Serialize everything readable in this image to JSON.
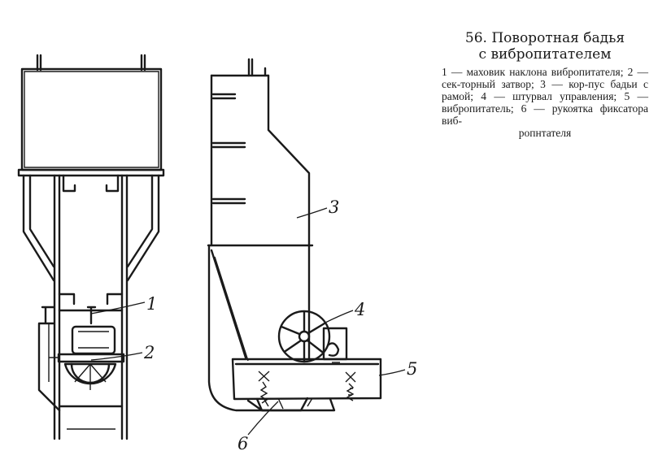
{
  "caption": {
    "title_line1": "56. Поворотная бадья",
    "title_line2": "с вибропитателем",
    "legend": "1 — маховик наклона вибропитателя; 2 — сек-торный затвор; 3 — кор-пус бадьи с рамой; 4 — штурвал управления; 5 — вибропитатель; 6 — рукоятка фиксатора виб-",
    "legend_last": "ропнтателя"
  },
  "callouts": [
    "1",
    "2",
    "3",
    "4",
    "5",
    "6"
  ]
}
